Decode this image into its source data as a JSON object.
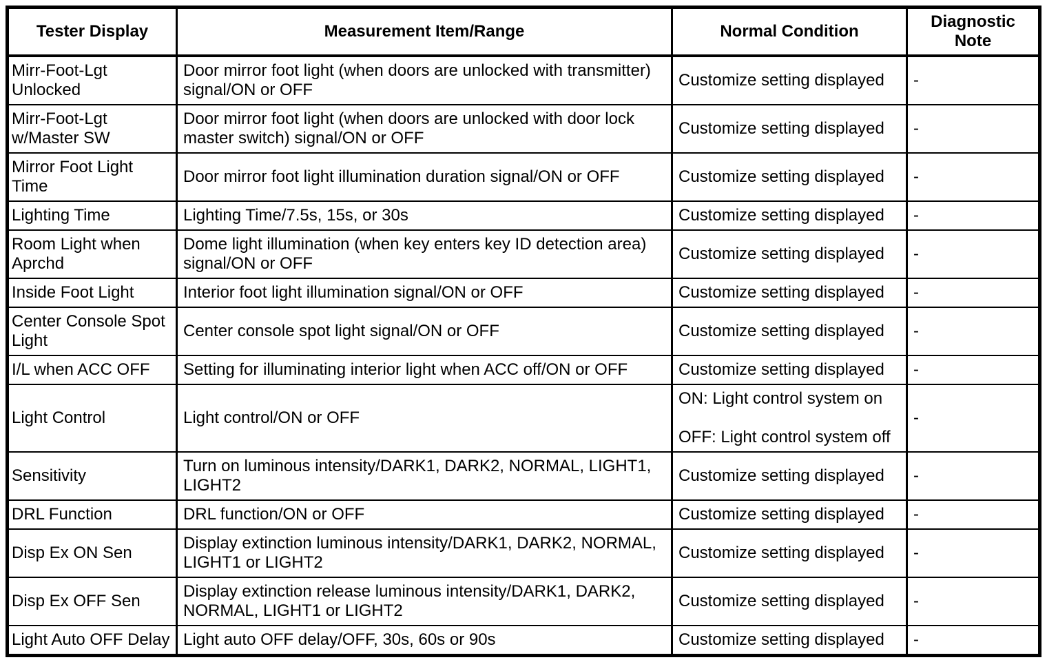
{
  "colors": {
    "background": "#ffffff",
    "border": "#000000",
    "text": "#000000"
  },
  "table": {
    "headers": [
      "Tester Display",
      "Measurement Item/Range",
      "Normal Condition",
      "Diagnostic Note"
    ],
    "rows": [
      {
        "tester_display": "Mirr-Foot-Lgt Unlocked",
        "measurement_item_range": "Door mirror foot light (when doors are unlocked with transmitter) signal/ON or OFF",
        "normal_condition": "Customize setting displayed",
        "diagnostic_note": "-"
      },
      {
        "tester_display": "Mirr-Foot-Lgt w/Master SW",
        "measurement_item_range": "Door mirror foot light (when doors are unlocked with door lock master switch) signal/ON or OFF",
        "normal_condition": "Customize setting displayed",
        "diagnostic_note": "-"
      },
      {
        "tester_display": "Mirror Foot Light Time",
        "measurement_item_range": "Door mirror foot light illumination duration signal/ON or OFF",
        "normal_condition": "Customize setting displayed",
        "diagnostic_note": "-"
      },
      {
        "tester_display": "Lighting Time",
        "measurement_item_range": "Lighting Time/7.5s, 15s, or 30s",
        "normal_condition": "Customize setting displayed",
        "diagnostic_note": "-"
      },
      {
        "tester_display": "Room Light when Aprchd",
        "measurement_item_range": "Dome light illumination (when key enters key ID detection area) signal/ON or OFF",
        "normal_condition": "Customize setting displayed",
        "diagnostic_note": "-"
      },
      {
        "tester_display": "Inside Foot Light",
        "measurement_item_range": "Interior foot light illumination signal/ON or OFF",
        "normal_condition": "Customize setting displayed",
        "diagnostic_note": "-"
      },
      {
        "tester_display": "Center Console Spot Light",
        "measurement_item_range": "Center console spot light signal/ON or OFF",
        "normal_condition": "Customize setting displayed",
        "diagnostic_note": "-"
      },
      {
        "tester_display": "I/L when ACC OFF",
        "measurement_item_range": "Setting for illuminating interior light when ACC off/ON or OFF",
        "normal_condition": "Customize setting displayed",
        "diagnostic_note": "-"
      },
      {
        "tester_display": "Light Control",
        "measurement_item_range": "Light control/ON or OFF",
        "normal_condition": "ON: Light control system on\n\nOFF: Light control system off",
        "diagnostic_note": "-"
      },
      {
        "tester_display": "Sensitivity",
        "measurement_item_range": "Turn on luminous intensity/DARK1, DARK2, NORMAL, LIGHT1, LIGHT2",
        "normal_condition": "Customize setting displayed",
        "diagnostic_note": "-"
      },
      {
        "tester_display": "DRL Function",
        "measurement_item_range": "DRL function/ON or OFF",
        "normal_condition": "Customize setting displayed",
        "diagnostic_note": "-"
      },
      {
        "tester_display": "Disp Ex ON Sen",
        "measurement_item_range": "Display extinction luminous intensity/DARK1, DARK2, NORMAL, LIGHT1 or LIGHT2",
        "normal_condition": "Customize setting displayed",
        "diagnostic_note": "-"
      },
      {
        "tester_display": "Disp Ex OFF Sen",
        "measurement_item_range": "Display extinction release luminous intensity/DARK1, DARK2, NORMAL, LIGHT1 or LIGHT2",
        "normal_condition": "Customize setting displayed",
        "diagnostic_note": "-"
      },
      {
        "tester_display": "Light Auto OFF Delay",
        "measurement_item_range": "Light auto OFF delay/OFF, 30s, 60s or 90s",
        "normal_condition": "Customize setting displayed",
        "diagnostic_note": "-"
      }
    ]
  }
}
